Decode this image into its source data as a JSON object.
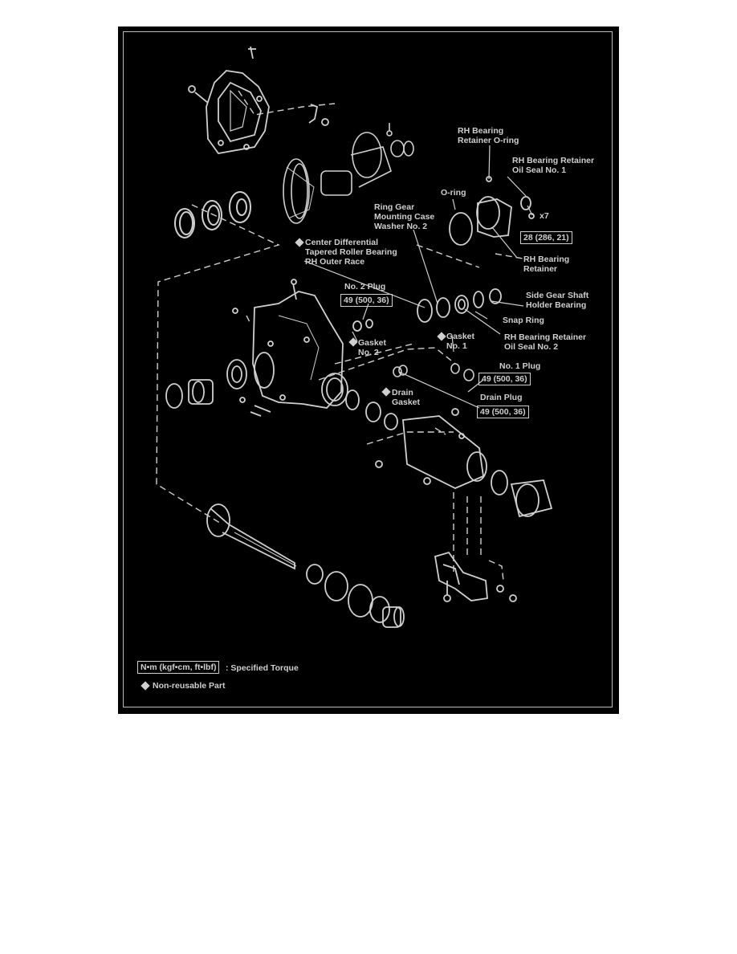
{
  "labels": {
    "rh_bearing_oring": "RH Bearing\nRetainer O-ring",
    "rh_retainer_oil_seal_1": "RH Bearing Retainer\nOil Seal No. 1",
    "oring": "O-ring",
    "ring_gear_washer": "Ring Gear\nMounting Case\nWasher No. 2",
    "x7": "x7",
    "torque_28": "28 (286, 21)",
    "center_diff_bearing": "Center Differential\nTapered Roller Bearing\nRH Outer Race",
    "rh_bearing_retainer": "RH Bearing\nRetainer",
    "no2_plug": "No. 2 Plug",
    "torque_49_a": "49 (500, 36)",
    "side_gear_shaft": "Side Gear Shaft\nHolder Bearing",
    "snap_ring": "Snap Ring",
    "rh_retainer_oil_seal_2": "RH Bearing Retainer\nOil Seal No. 2",
    "gasket_no2": "Gasket\nNo. 2",
    "gasket_no1": "Gasket\nNo. 1",
    "no1_plug": "No. 1 Plug",
    "torque_49_b": "49 (500, 36)",
    "drain_gasket": "Drain\nGasket",
    "drain_plug": "Drain Plug",
    "torque_49_c": "49 (500, 36)"
  },
  "legend": {
    "torque_box": "N•m (kgf•cm, ft•lbf)",
    "torque_text": ": Specified Torque",
    "nonreusable_text": "Non-reusable Part"
  },
  "colors": {
    "background": "#000000",
    "ink": "#cfcfcf",
    "page": "#ffffff"
  }
}
